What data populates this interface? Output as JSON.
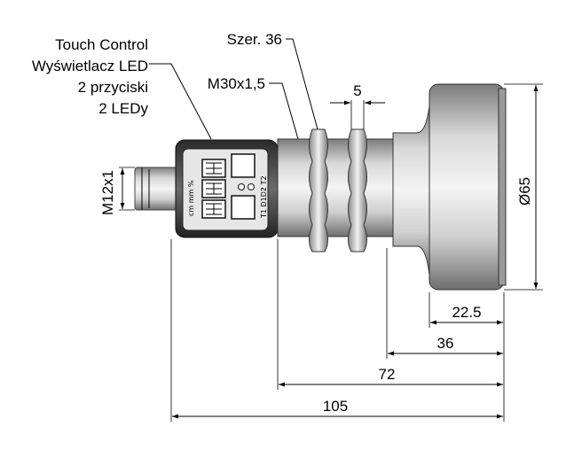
{
  "labels": {
    "touch_lines": [
      "Touch Control",
      "Wyświetlacz LED",
      "2 przyciski",
      "2 LEDy"
    ],
    "wrench": "Szer. 36",
    "thread": "M30x1,5",
    "connector": "M12x1"
  },
  "dimensions": {
    "nut_width": "5",
    "diameter": "Ø65",
    "d_22_5": "22.5",
    "d_36": "36",
    "d_72": "72",
    "d_105": "105"
  },
  "panel_text": {
    "units": "cm mm %",
    "leds": "T1 D1D2 T2"
  },
  "colors": {
    "metal_light": "#e8e8e8",
    "metal_mid": "#bcbcbc",
    "metal_dark": "#7a7a7a",
    "body_dark": "#3c3c3c"
  }
}
